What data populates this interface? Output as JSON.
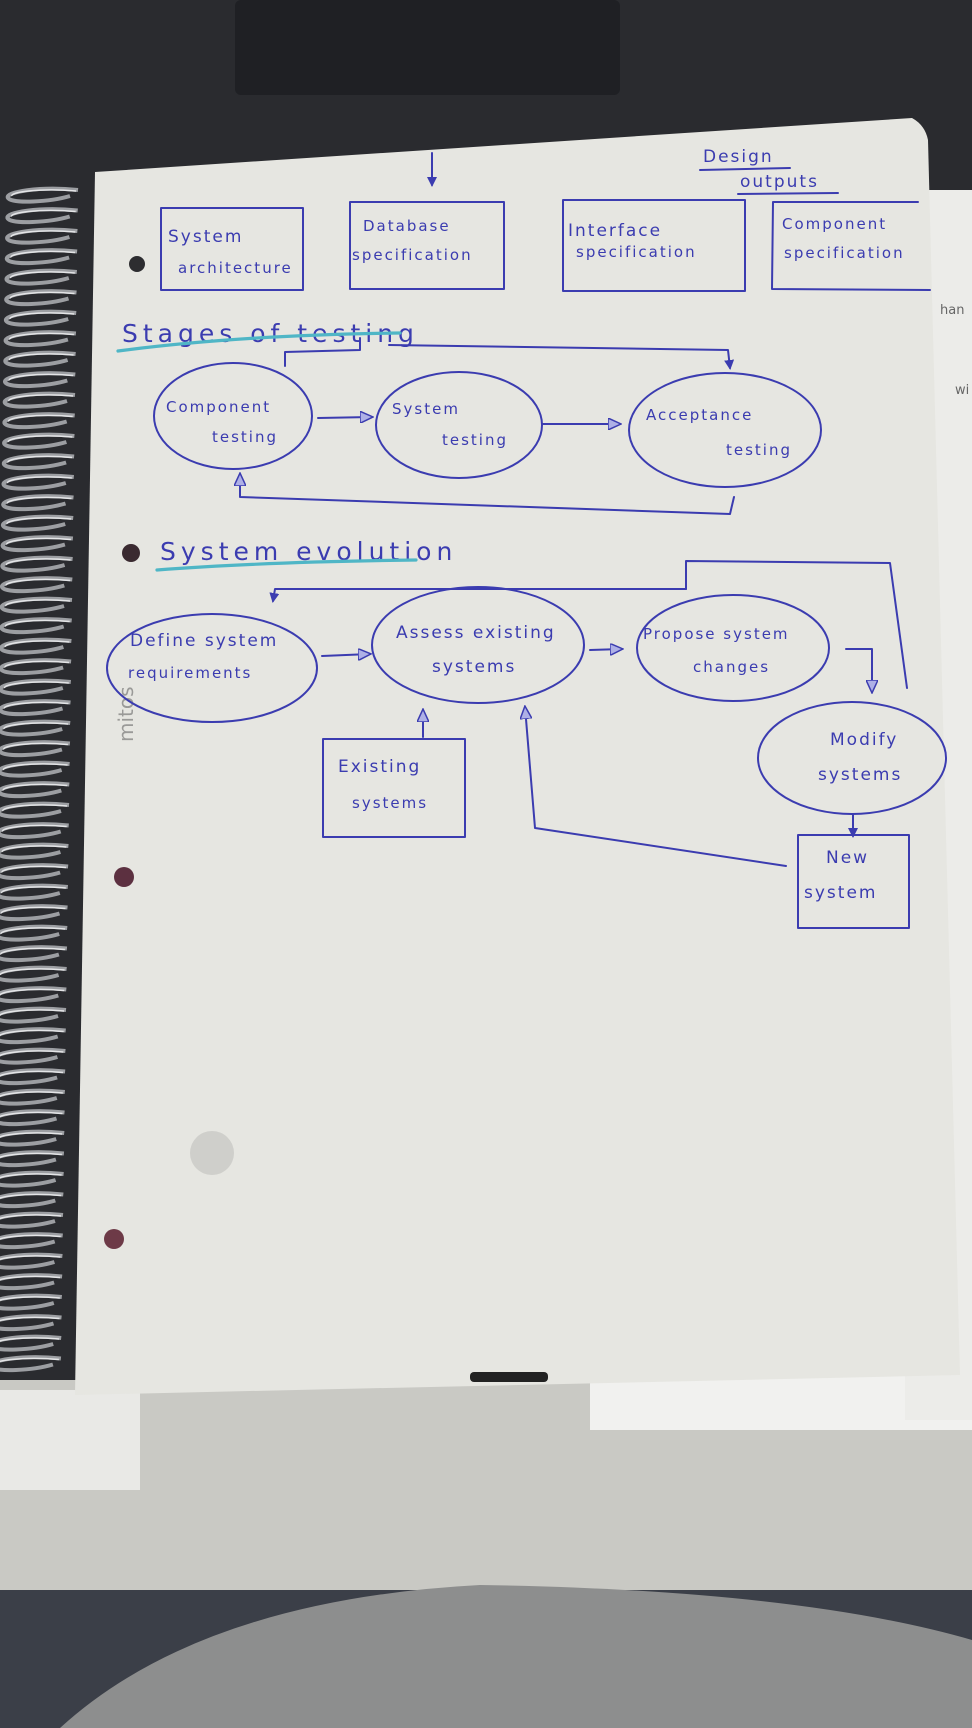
{
  "design_outputs": {
    "title_line1": "Design",
    "title_line2": "outputs",
    "boxes": [
      {
        "line1": "System",
        "line2": "architecture"
      },
      {
        "line1": "Database",
        "line2": "specification"
      },
      {
        "line1": "Interface",
        "line2": "specification"
      },
      {
        "line1": "Component",
        "line2": "specification"
      }
    ]
  },
  "stages_of_testing": {
    "heading": "Stages of testing",
    "nodes": [
      {
        "line1": "Component",
        "line2": "testing"
      },
      {
        "line1": "System",
        "line2": "testing"
      },
      {
        "line1": "Acceptance",
        "line2": "testing"
      }
    ]
  },
  "system_evolution": {
    "heading": "System evolution",
    "nodes": [
      {
        "line1": "Define system",
        "line2": "requirements"
      },
      {
        "line1": "Assess existing",
        "line2": "systems"
      },
      {
        "line1": "Propose system",
        "line2": "changes"
      },
      {
        "line1": "Modify",
        "line2": "systems"
      }
    ],
    "existing_box": {
      "line1": "Existing",
      "line2": "systems"
    },
    "new_box": {
      "line1": "New",
      "line2": "system"
    }
  },
  "margin_fragments": [
    "han",
    "wi"
  ],
  "notebook_brand": "mitos",
  "colors": {
    "ink": "#3b3cb0",
    "underline": "#4fb6c6",
    "paper": "#e6e6e1"
  }
}
